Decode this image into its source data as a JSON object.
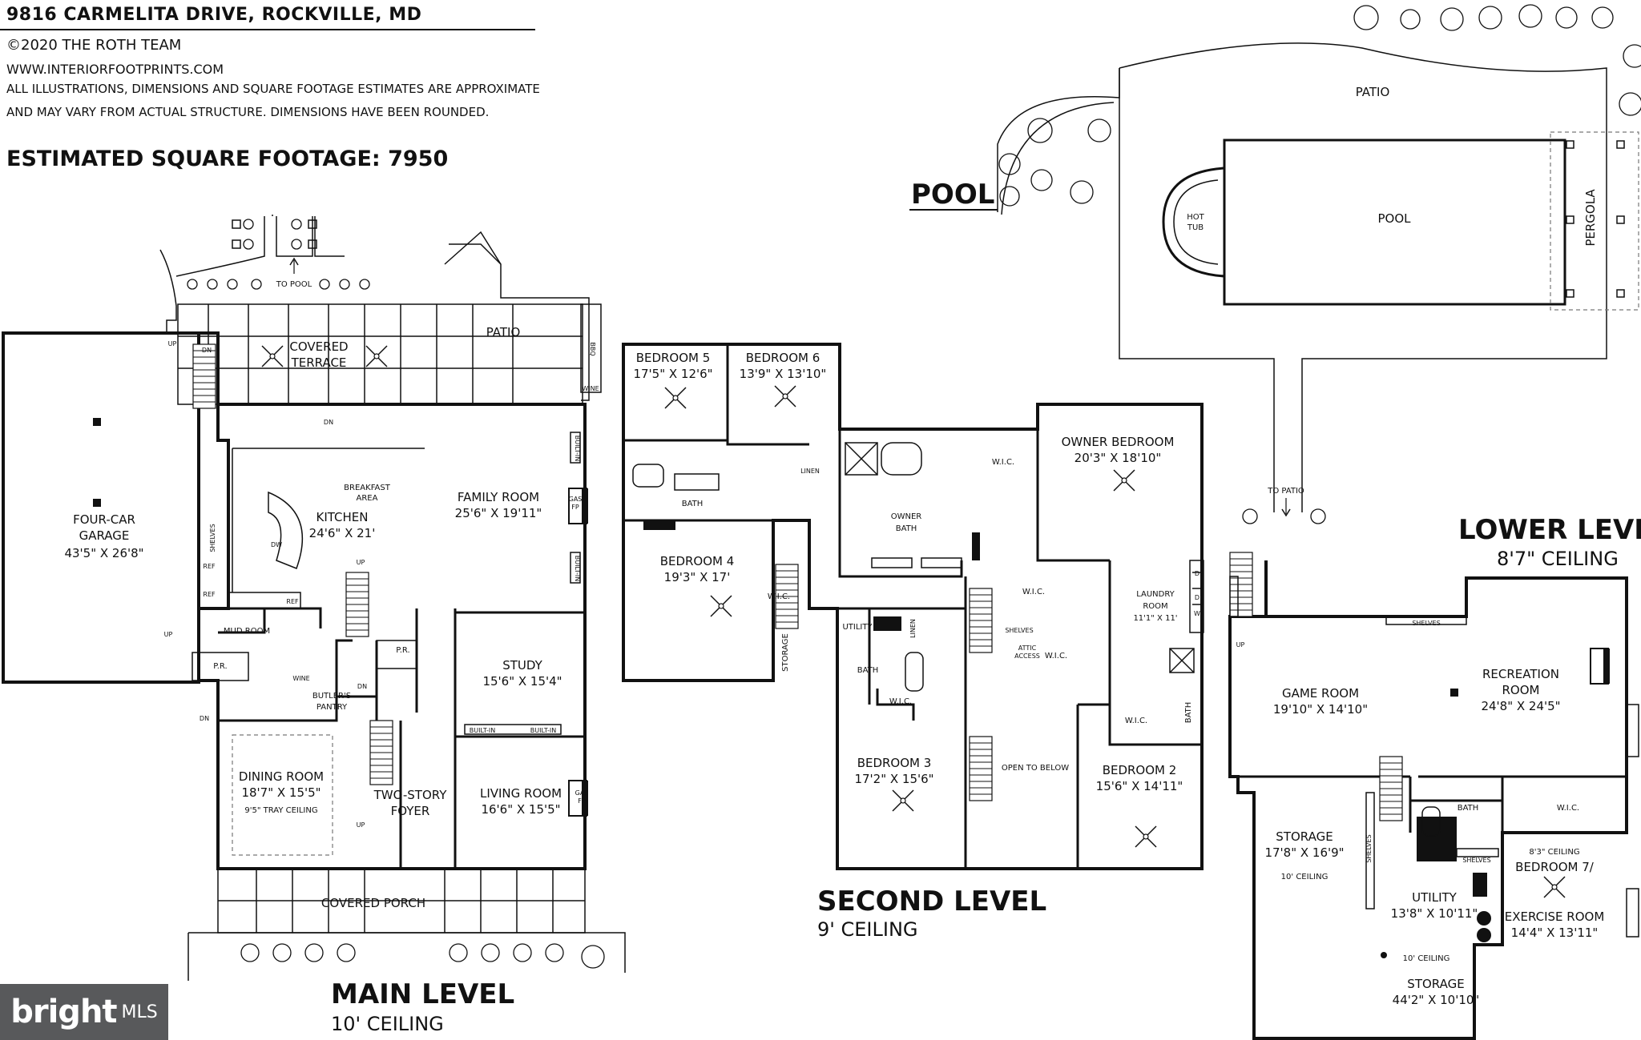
{
  "header": {
    "address": "9816 CARMELITA DRIVE, ROCKVILLE, MD",
    "copyright": "©2020 THE ROTH TEAM",
    "website": "WWW.INTERIORFOOTPRINTS.COM",
    "disclaimer_line1": "ALL ILLUSTRATIONS, DIMENSIONS AND SQUARE FOOTAGE ESTIMATES ARE APPROXIMATE",
    "disclaimer_line2": "AND MAY VARY FROM ACTUAL STRUCTURE. DIMENSIONS HAVE BEEN ROUNDED.",
    "square_footage": "ESTIMATED SQUARE FOOTAGE: 7950"
  },
  "watermark": {
    "brand": "bright",
    "suffix": "MLS"
  },
  "pool_area": {
    "title": "POOL",
    "patio": "PATIO",
    "pool": "POOL",
    "hot_tub_line1": "HOT",
    "hot_tub_line2": "TUB",
    "pergola": "PERGOLA",
    "to_patio": "TO PATIO"
  },
  "main_level": {
    "title": "MAIN LEVEL",
    "ceiling": "10' CEILING",
    "to_pool": "TO POOL",
    "covered_terrace_line1": "COVERED",
    "covered_terrace_line2": "TERRACE",
    "patio": "PATIO",
    "bbq": "BBQ",
    "wine_outdoor": "WINE",
    "garage": {
      "line1": "FOUR-CAR",
      "line2": "GARAGE",
      "dims": "43'5\" X 26'8\""
    },
    "breakfast_line1": "BREAKFAST",
    "breakfast_line2": "AREA",
    "kitchen": {
      "name": "KITCHEN",
      "dims": "24'6\" X 21'"
    },
    "family_room": {
      "name": "FAMILY ROOM",
      "dims": "25'6\" X 19'11\""
    },
    "gas_fp_line1": "GAS",
    "gas_fp_line2": "FP",
    "built_in": "BUILT-IN",
    "shelves": "SHELVES",
    "ref": "REF",
    "dw": "DW",
    "mud_room": "MUD ROOM",
    "powder_room": "P.R.",
    "butlers_pantry_line1": "BUTLER'S",
    "butlers_pantry_line2": "PANTRY",
    "wine": "WINE",
    "study": {
      "name": "STUDY",
      "dims": "15'6\" X 15'4\""
    },
    "dining_room": {
      "name": "DINING ROOM",
      "dims": "18'7\" X 15'5\"",
      "note": "9'5\" TRAY CEILING"
    },
    "foyer_line1": "TWO-STORY",
    "foyer_line2": "FOYER",
    "living_room": {
      "name": "LIVING ROOM",
      "dims": "16'6\" X 15'5\""
    },
    "covered_porch": "COVERED PORCH",
    "up": "UP",
    "dn": "DN"
  },
  "second_level": {
    "title": "SECOND LEVEL",
    "ceiling": "9' CEILING",
    "bedroom5": {
      "name": "BEDROOM 5",
      "dims": "17'5\" X 12'6\""
    },
    "bedroom6": {
      "name": "BEDROOM 6",
      "dims": "13'9\" X 13'10\""
    },
    "bedroom4": {
      "name": "BEDROOM 4",
      "dims": "19'3\" X 17'"
    },
    "bedroom3": {
      "name": "BEDROOM 3",
      "dims": "17'2\" X 15'6\""
    },
    "bedroom2": {
      "name": "BEDROOM 2",
      "dims": "15'6\" X 14'11\""
    },
    "owner_bedroom": {
      "name": "OWNER BEDROOM",
      "dims": "20'3\" X 18'10\""
    },
    "owner_bath_line1": "OWNER",
    "owner_bath_line2": "BATH",
    "laundry": {
      "line1": "LAUNDRY",
      "line2": "ROOM",
      "dims": "11'1\" X 11'"
    },
    "bath": "BATH",
    "wic": "W.I.C.",
    "linen": "LINEN",
    "storage": "STORAGE",
    "utility": "UTILITY",
    "shelves": "SHELVES",
    "attic_line1": "ATTIC",
    "attic_line2": "ACCESS",
    "open_to_below": "OPEN TO BELOW",
    "dryer": "D",
    "washer": "W"
  },
  "lower_level": {
    "title": "LOWER LEVEL",
    "ceiling": "8'7\" CEILING",
    "game_room": {
      "name": "GAME ROOM",
      "dims": "19'10\" X 14'10\""
    },
    "recreation_room": {
      "name": "RECREATION",
      "name2": "ROOM",
      "dims": "24'8\" X 24'5\""
    },
    "storage1": {
      "name": "STORAGE",
      "dims": "17'8\" X 16'9\"",
      "note": "10' CEILING"
    },
    "utility": {
      "name": "UTILITY",
      "dims": "13'8\" X 10'11\""
    },
    "bedroom7": {
      "name": "BEDROOM 7/",
      "note": "8'3\" CEILING"
    },
    "exercise_room": {
      "name": "EXERCISE ROOM",
      "dims": "14'4\" X 13'11\""
    },
    "storage2": {
      "name": "STORAGE",
      "dims": "44'2\" X 10'10\"",
      "note": "10' CEILING"
    },
    "bath": "BATH",
    "wic": "W.I.C.",
    "shelves": "SHELVES",
    "up": "UP"
  }
}
